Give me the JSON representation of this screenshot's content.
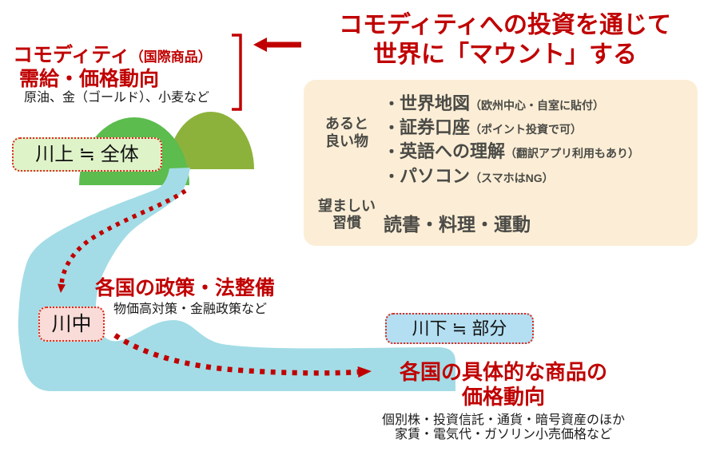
{
  "title": {
    "line1": "コモディティへの投資を通じて",
    "line2": "世界に「マウント」する"
  },
  "upstream_block": {
    "heading_main": "コモディティ",
    "heading_sub": "（国際商品）",
    "heading_line2": "需給・価格動向",
    "examples": "原油、金（ゴールド）、小麦など"
  },
  "labels": {
    "upstream": "川上 ≒ 全体",
    "midstream": "川中",
    "downstream": "川下 ≒ 部分"
  },
  "checklist": {
    "group1_label_line1": "あると",
    "group1_label_line2": "良い物",
    "items": [
      {
        "bullet": "・",
        "name": "世界地図",
        "note": "（欧州中心・自室に貼付）"
      },
      {
        "bullet": "・",
        "name": "証券口座",
        "note": "（ポイント投資で可）"
      },
      {
        "bullet": "・",
        "name": "英語への理解",
        "note": "（翻訳アプリ利用もあり）"
      },
      {
        "bullet": "・",
        "name": "パソコン",
        "note": "（スマホはNG）"
      }
    ],
    "group2_label_line1": "望ましい",
    "group2_label_line2": "習慣",
    "group2_value": "読書・料理・運動"
  },
  "midstream_block": {
    "heading": "各国の政策・法整備",
    "examples": "物価高対策・金融政策など"
  },
  "downstream_block": {
    "heading_line1": "各国の具体的な商品の",
    "heading_line2": "価格動向",
    "examples_line1": "個別株・投資信託・通貨・暗号資産のほか",
    "examples_line2": "家賃・電気代・ガソリン小売価格など"
  },
  "colors": {
    "accent_red": "#C00000",
    "hill_left": "#5CBC4E",
    "hill_right": "#8DB23B",
    "river": "#A3DCE6",
    "panel_bg": "#FCEED6",
    "upstream_label_bg": "#DFF3C9",
    "midstream_label_bg": "#F9DCD8",
    "downstream_label_bg": "#B4DFF2",
    "text_dark": "#4A4A46",
    "label_border": "#DD2A1C"
  }
}
